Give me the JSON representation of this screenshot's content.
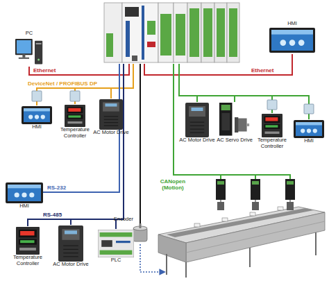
{
  "diagram": {
    "nodes": [
      {
        "text": [
          "PC"
        ]
      },
      {
        "text": [
          "HMI"
        ]
      },
      {
        "text": [
          "HMI"
        ]
      },
      {
        "text": [
          "Temperature Controller"
        ]
      },
      {
        "text": [
          "AC Motor Drive"
        ]
      },
      {
        "text": [
          "AC Motor Drive"
        ]
      },
      {
        "text": [
          "AC Servo Drive"
        ]
      },
      {
        "text": [
          "Temperature Controller"
        ]
      },
      {
        "text": [
          "HMI"
        ]
      },
      {
        "text": [
          "HMI"
        ]
      },
      {
        "text": [
          "Encoder"
        ]
      },
      {
        "text": [
          "Temperature Controller"
        ]
      },
      {
        "text": [
          "AC Motor Drive"
        ]
      },
      {
        "text": [
          "PLC"
        ]
      }
    ],
    "labels": [
      "Ethernet",
      "Ethernet",
      "DeviceNet / PROFIBUS DP",
      "CANopen (Motion)",
      "RS-232",
      "RS-485"
    ]
  }
}
